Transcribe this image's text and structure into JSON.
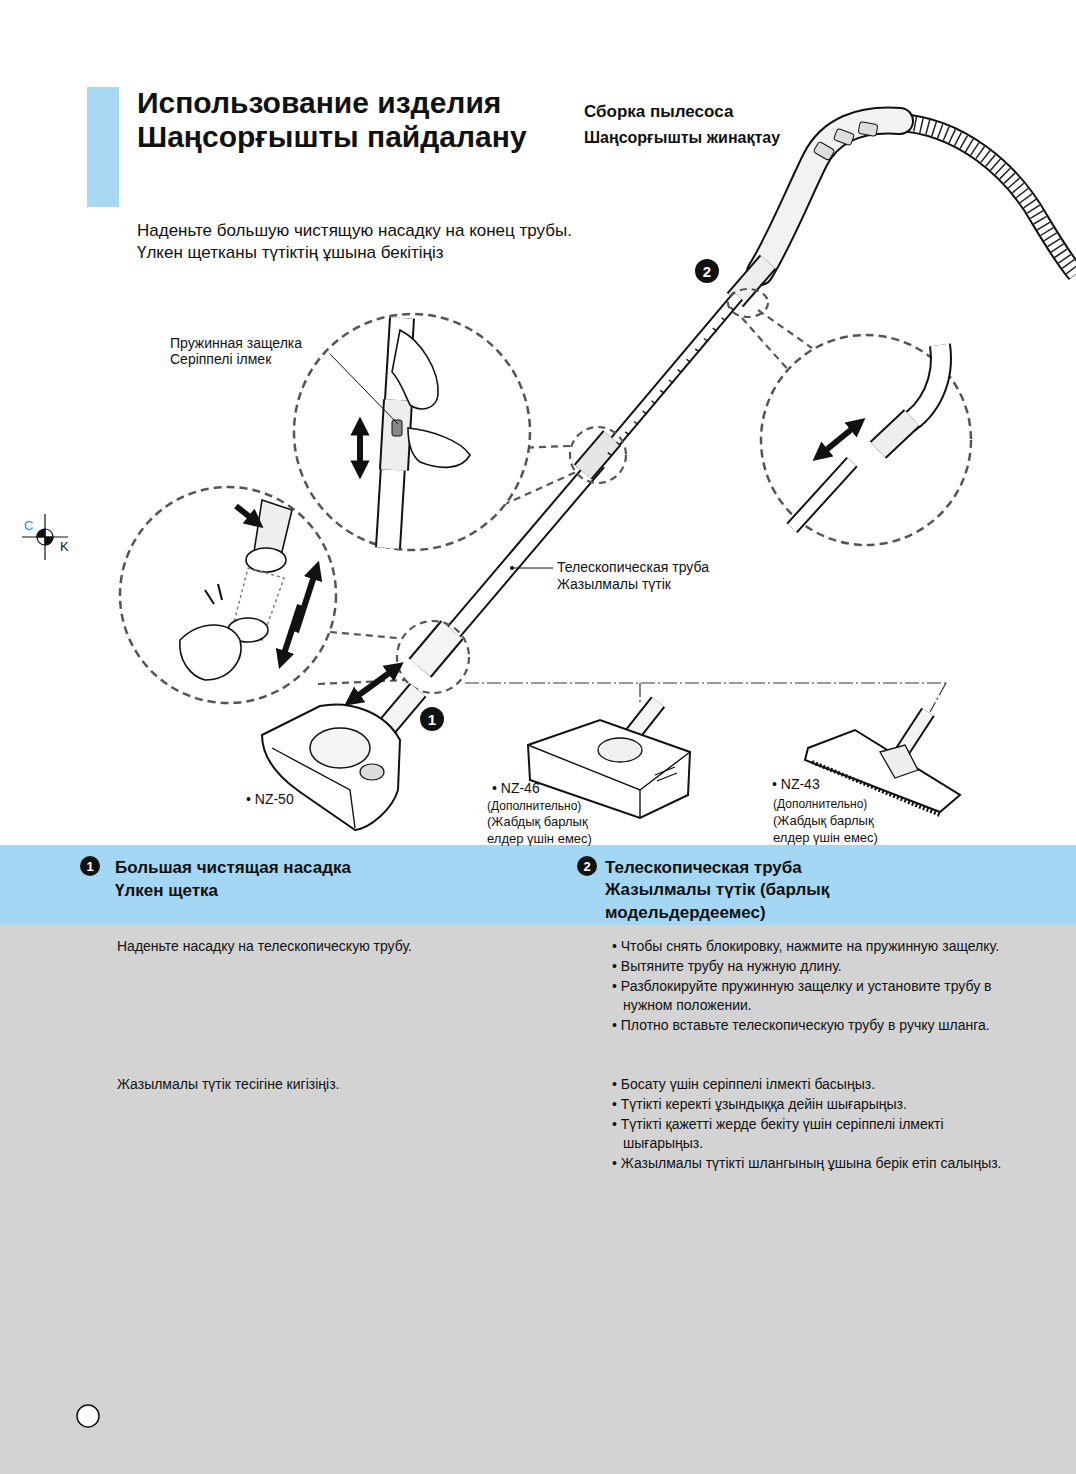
{
  "diagram": {
    "title": "Использование изделия Шаңсорғышты пайдалану",
    "nodes": [
      {
        "text": [
          "Большая чистящая насадка",
          "Үлкен щетка",
          "Телескопическая труба",
          "Жазылмалы түтік (барлық модельдердеемес)"
        ]
      },
      {
        "text": [
          "Наденьте насадку на телескопическую трубу.",
          "• Чтобы снять блокировку, нажмите на пружинную защелку.",
          "• Вытяните трубу на нужную длину.",
          "• Разблокируйте пружинную защелку и установите трубу в нужном положении.",
          "• Плотно вставьте телескопическую трубу в ручку шланга.",
          "Жазылмалы түтік тесігіне кигізіңіз.",
          "• Босату үшін серіппелі ілмекті басыңыз.",
          "• Түтікті керекті ұзындыққа дейін шығарыңыз.",
          "• Түтікті қажетті жерде бекіту үшін серіппелі ілмекті шығарыңыз.",
          "• Жазылмалы түтікті шлангының ұшына берік етіп салыңыз."
        ]
      }
    ],
    "labels": [
      "Сборка пылесоса",
      "Шаңсорғышты жинақтау",
      "Наденьте большую чистящую насадку на конец трубы.",
      "Үлкен щетканы түтіктің ұшына бекітіңіз",
      "2",
      "Пружинная защелка",
      "Серіппелі ілмек",
      "C",
      "K",
      "Телескопическая труба",
      "Жазылмалы түтік",
      "1",
      "• NZ-46",
      "(Дополнительно)",
      "(Жабдық барлық елдер үшін емес)",
      "• NZ-43",
      "(Дополнительно)",
      "(Жабдық барлық елдер үшін емес)",
      "• NZ-50",
      "1",
      "2"
    ]
  }
}
